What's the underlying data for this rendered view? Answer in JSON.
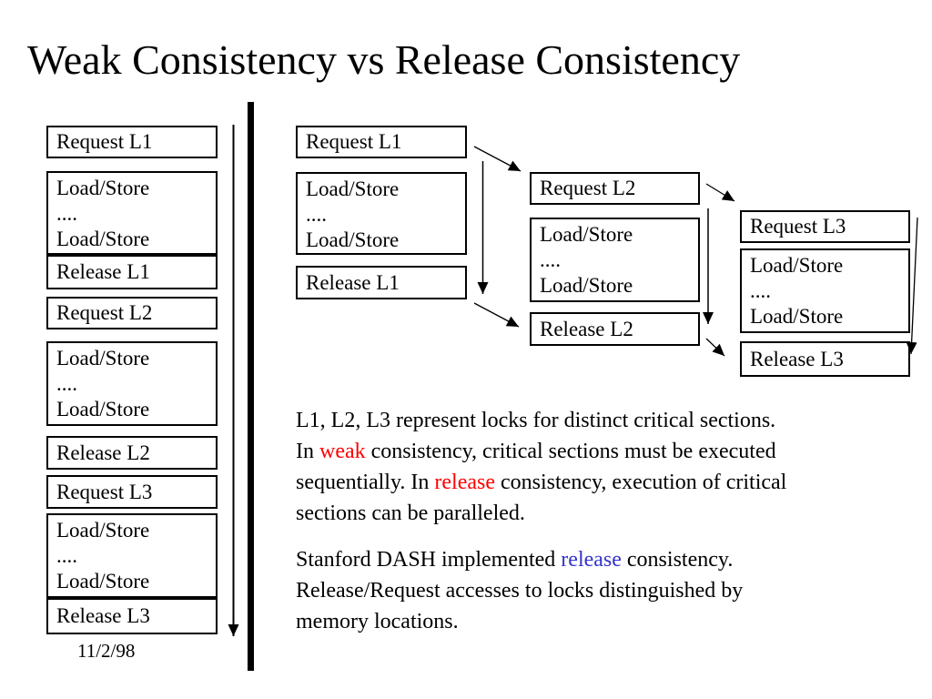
{
  "title": "Weak Consistency vs Release Consistency",
  "date": "11/2/98",
  "labels": {
    "request_l1": "Request L1",
    "request_l2": "Request L2",
    "request_l3": "Request L3",
    "release_l1": "Release L1",
    "release_l2": "Release L2",
    "release_l3": "Release L3",
    "load_store": "Load/Store",
    "dots": "...."
  },
  "colors": {
    "text": "#000000",
    "highlight_red": "#ff0000",
    "highlight_blue": "#3333cc"
  },
  "paragraph1": {
    "line1": "L1, L2, L3 represent locks for distinct critical sections.",
    "line2_pre": "In ",
    "line2_red": "weak",
    "line2_post": " consistency, critical sections must be executed",
    "line3_pre": "sequentially.  In ",
    "line3_red": "release",
    "line3_post": " consistency, execution of critical",
    "line4": "sections can be paralleled."
  },
  "paragraph2": {
    "line1_pre": "Stanford DASH implemented ",
    "line1_blue": "release",
    "line1_post": " consistency.",
    "line2": "Release/Request accesses to locks distinguished by",
    "line3": "memory locations."
  }
}
